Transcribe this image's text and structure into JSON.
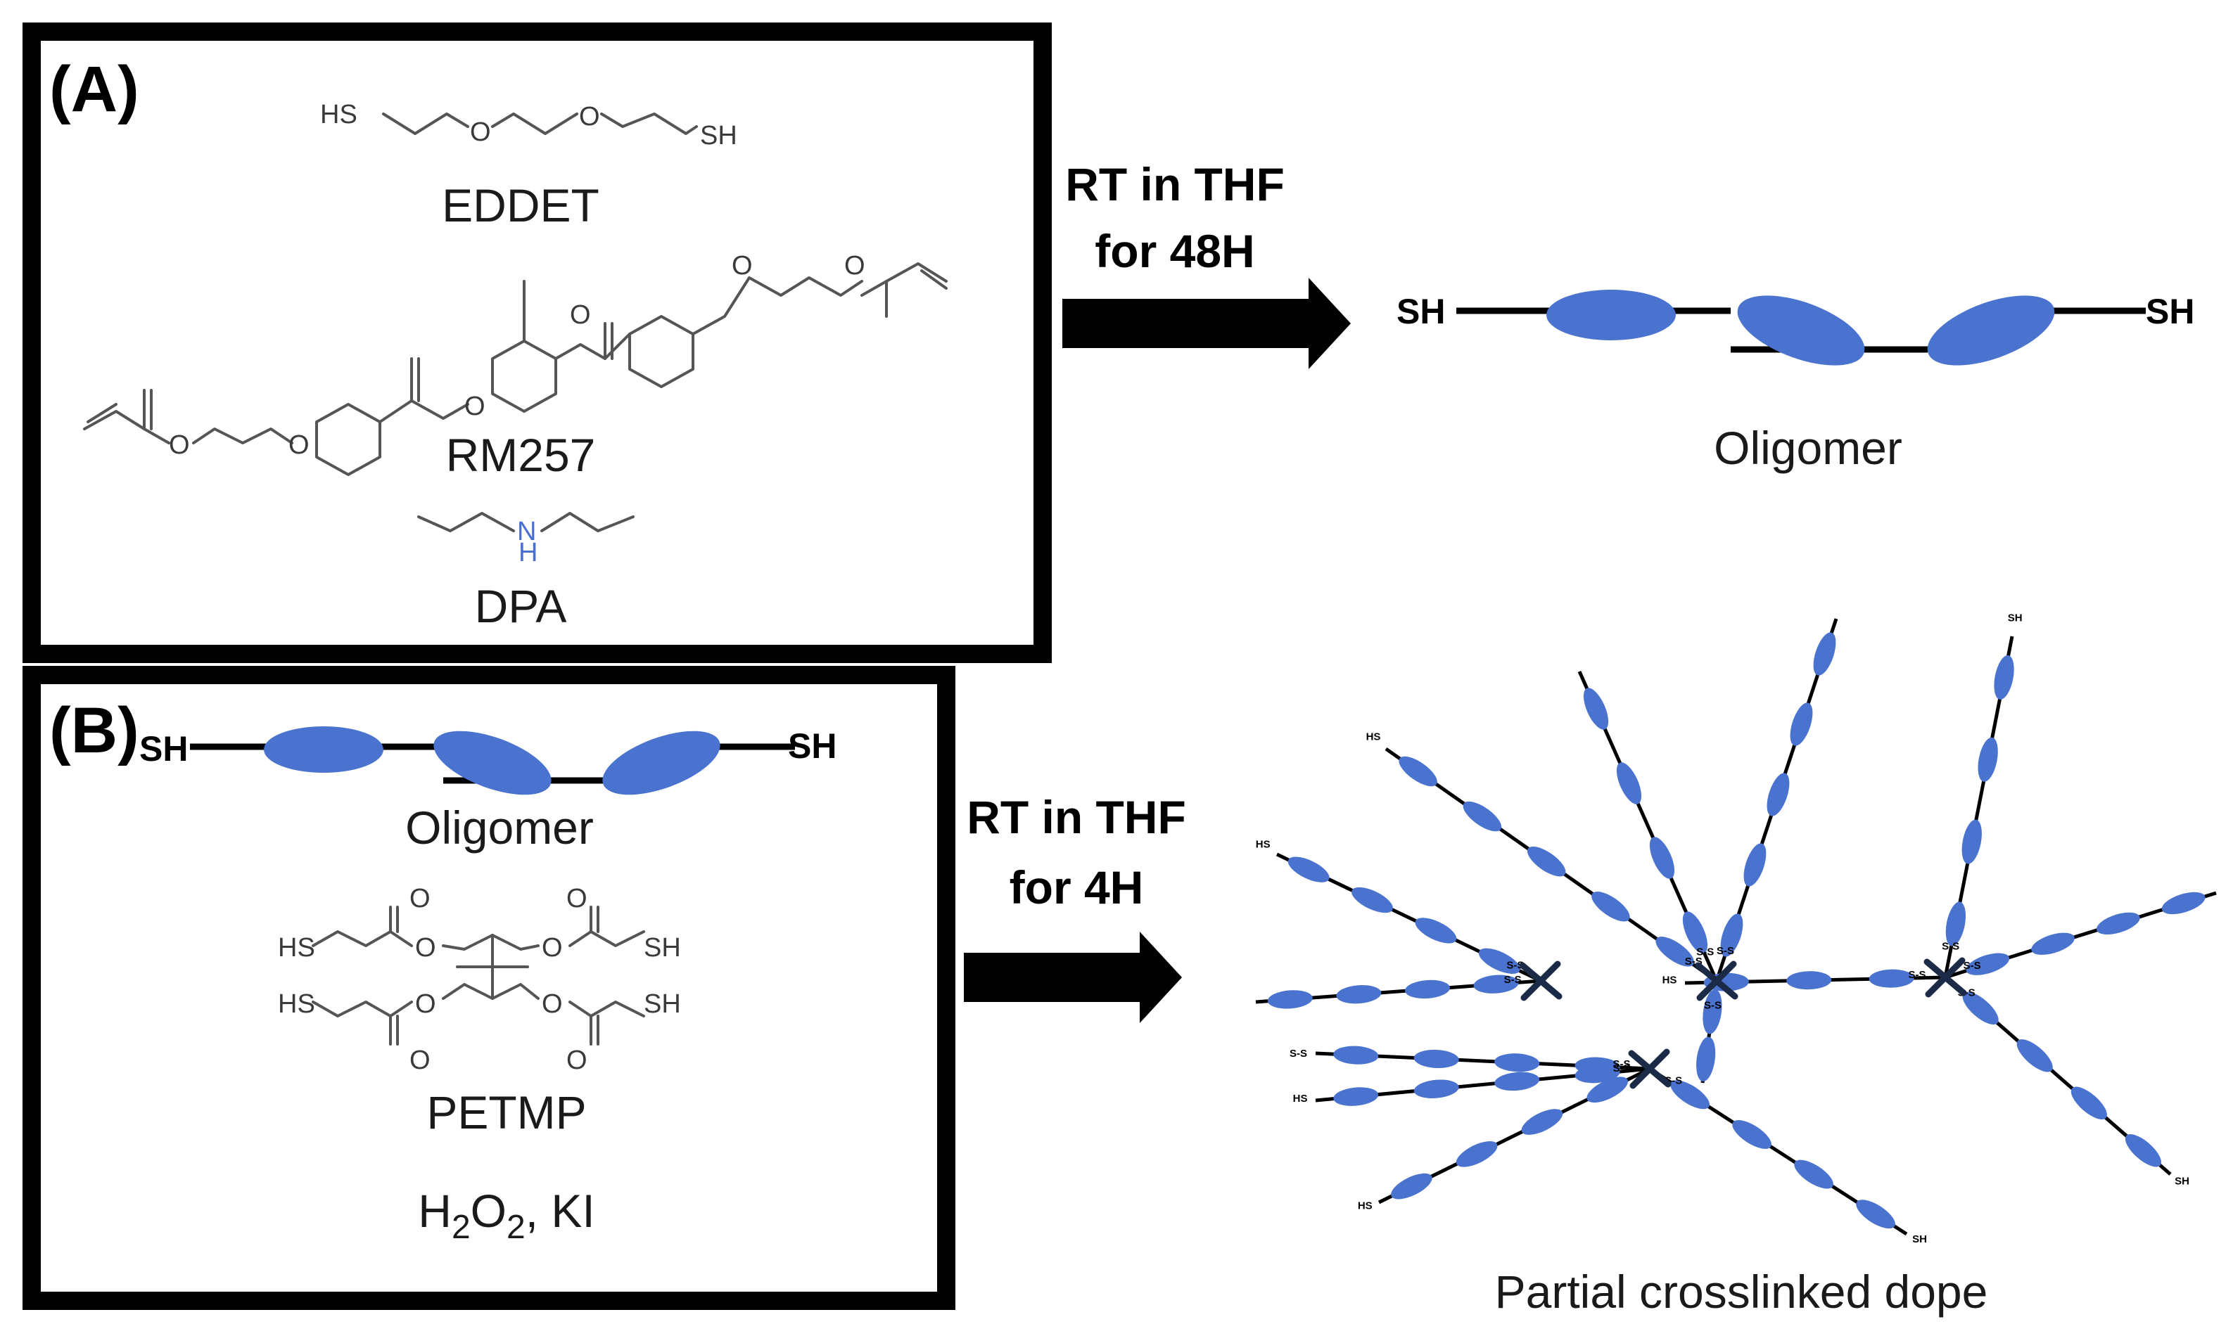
{
  "panel_a": {
    "label": "(A)",
    "eddet": {
      "name": "EDDET",
      "sh_left": "HS",
      "sh_right": "SH",
      "oxygen": "O"
    },
    "rm257": {
      "name": "RM257",
      "oxygen": "O"
    },
    "dpa": {
      "name": "DPA",
      "nh": "N",
      "nh_h": "H"
    }
  },
  "step1": {
    "line1": "RT in THF",
    "line2": "for 48H"
  },
  "oligomer_top": {
    "left": "SH",
    "right": "SH",
    "caption": "Oligomer"
  },
  "panel_b": {
    "label": "(B)",
    "oligomer": {
      "left": "SH",
      "right": "SH",
      "caption": "Oligomer"
    },
    "petmp": {
      "name": "PETMP",
      "sh": "SH",
      "hs": "HS",
      "oxygen": "O"
    },
    "reagents": {
      "h": "H",
      "sub2a": "2",
      "o": "O",
      "sub2b": "2",
      "rest": ", KI"
    }
  },
  "step2": {
    "line1": "RT in THF",
    "line2": "for 4H"
  },
  "network": {
    "caption": "Partial crosslinked dope",
    "disulfide": "S-S",
    "sh": "SH",
    "hs": "HS"
  },
  "colors": {
    "mesogen": "#4a73cf",
    "crosslink": "#1b2a47",
    "amine": "#4a6fd4"
  }
}
